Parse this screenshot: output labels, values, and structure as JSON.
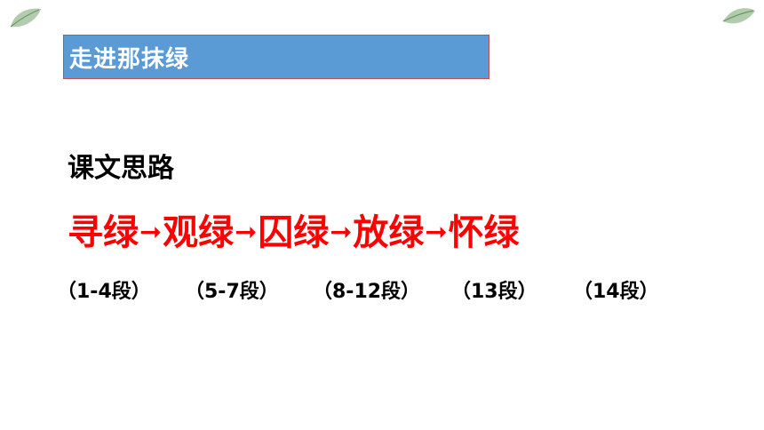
{
  "slide": {
    "title": "走进那抹绿",
    "section_heading": "课文思路",
    "flow": {
      "arrow": "➞",
      "items": [
        "寻绿",
        "观绿",
        "囚绿",
        "放绿",
        "怀绿"
      ]
    },
    "paragraphs": [
      "（1-4段）",
      "（5-7段）",
      "（8-12段）",
      "（13段）",
      "（14段）"
    ],
    "icons": {
      "top_left": "leaf-icon",
      "top_right": "leaf-icon"
    }
  },
  "colors": {
    "title_bar_bg": "#5b9bd5",
    "title_bar_border": "#c0504d",
    "flow_text": "#ff0000",
    "body_text": "#000000"
  }
}
